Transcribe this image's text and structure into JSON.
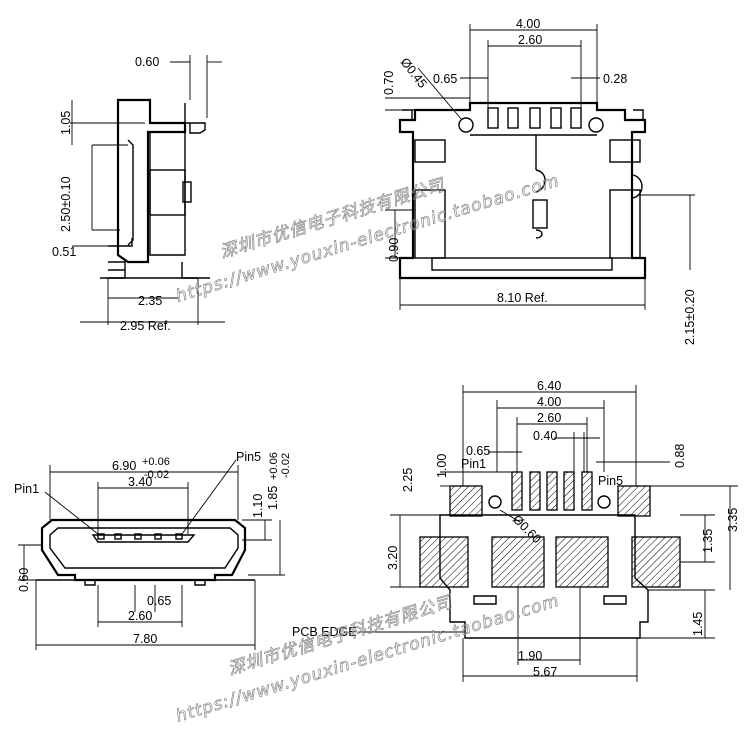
{
  "side_view": {
    "dim_060": "0.60",
    "dim_105": "1.05",
    "dim_250": "2.50±0.10",
    "dim_051": "0.51",
    "dim_235": "2.35",
    "dim_295": "2.95 Ref."
  },
  "top_view": {
    "dim_400": "4.00",
    "dim_260": "2.60",
    "dim_070": "0.70",
    "dim_045": "Ø0.45",
    "dim_065": "0.65",
    "dim_028": "0.28",
    "dim_090": "0.90",
    "dim_810": "8.10 Ref.",
    "dim_215": "2.15±0.20"
  },
  "front_view": {
    "pin1": "Pin1",
    "pin5": "Pin5",
    "dim_690": "6.90",
    "dim_690_tol_top": "+0.06",
    "dim_690_tol_bot": "-0.02",
    "dim_340": "3.40",
    "dim_110": "1.10",
    "dim_185": "1.85",
    "dim_185_tol_top": "+0.06",
    "dim_185_tol_bot": "-0.02",
    "dim_060": "0.60",
    "dim_065": "0.65",
    "dim_260": "2.60",
    "dim_780": "7.80"
  },
  "footprint": {
    "dim_640": "6.40",
    "dim_400": "4.00",
    "dim_260": "2.60",
    "dim_040": "0.40",
    "dim_065": "0.65",
    "dim_088": "0.88",
    "pin1": "Pin1",
    "pin5": "Pin5",
    "dim_100": "1.00",
    "dim_225": "2.25",
    "dim_060": "Ø0.60",
    "dim_320": "3.20",
    "dim_135": "1.35",
    "dim_335": "3.35",
    "dim_145": "1.45",
    "pcb_edge": "PCB EDGE",
    "dim_190": "1.90",
    "dim_567": "5.67"
  },
  "watermark": {
    "line1": "深圳市优信电子科技有限公司",
    "line2": "https://www.youxin-electronic.taobao.com"
  }
}
